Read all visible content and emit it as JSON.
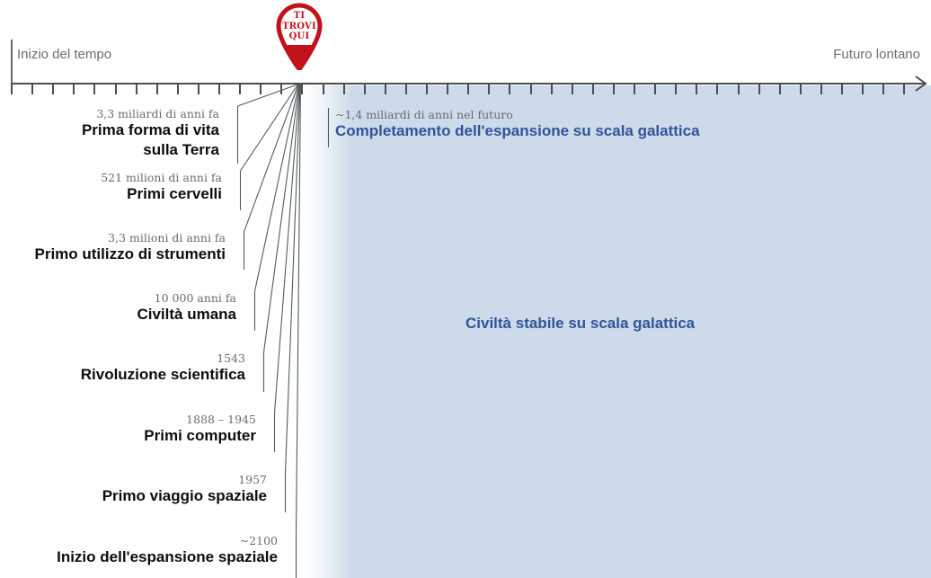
{
  "axis": {
    "start_label": "Inizio del tempo",
    "end_label": "Futuro lontano",
    "tick_count": 44
  },
  "marker": {
    "line1": "TI",
    "line2": "TROVI",
    "line3": "QUI",
    "color": "#c1121c",
    "name": "you-are-here-pin"
  },
  "colors": {
    "future_fill": "#ccdaea",
    "future_text": "#31539a",
    "date_text": "#6b6b6b",
    "event_text": "#0d0d0d",
    "axis": "#4d4d4d",
    "axis_label": "#6d6d6d"
  },
  "past_events": [
    {
      "date": "3,3 miliardi di anni fa",
      "title": "Prima forma di vita\nsulla Terra",
      "title_line1": "Prima forma di vita",
      "title_line2": "sulla Terra"
    },
    {
      "date": "521 milioni di anni fa",
      "title": "Primi cervelli"
    },
    {
      "date": "3,3 milioni di anni fa",
      "title": "Primo utilizzo di strumenti"
    },
    {
      "date": "10 000 anni fa",
      "title": "Civiltà umana"
    },
    {
      "date": "1543",
      "title": "Rivoluzione scientifica"
    },
    {
      "date": "1888 – 1945",
      "title": "Primi computer"
    },
    {
      "date": "1957",
      "title": "Primo viaggio spaziale"
    },
    {
      "date": "~2100",
      "title": "Inizio dell'espansione spaziale"
    }
  ],
  "future_events": [
    {
      "date": "~1,4 miliardi di anni nel futuro",
      "title": "Completamento dell'espansione su scala galattica"
    },
    {
      "date": "",
      "title": "Civiltà stabile su scala galattica"
    }
  ]
}
